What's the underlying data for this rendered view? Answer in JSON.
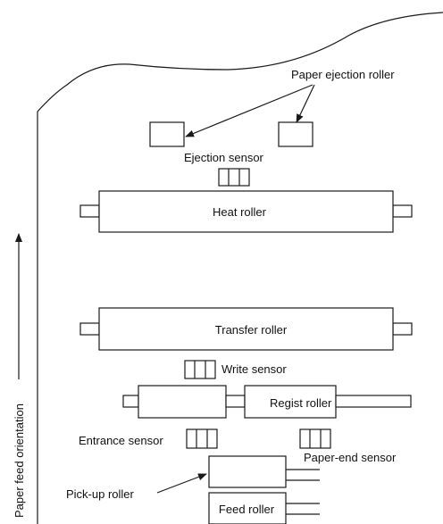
{
  "labels": {
    "paper_ejection_roller": "Paper ejection roller",
    "ejection_sensor": "Ejection sensor",
    "heat_roller": "Heat roller",
    "transfer_roller": "Transfer roller",
    "write_sensor": "Write sensor",
    "regist_roller": "Regist roller",
    "entrance_sensor": "Entrance sensor",
    "paper_end_sensor": "Paper-end sensor",
    "pick_up_roller": "Pick-up roller",
    "feed_roller": "Feed roller",
    "paper_feed_orientation": "Paper feed orientation"
  }
}
